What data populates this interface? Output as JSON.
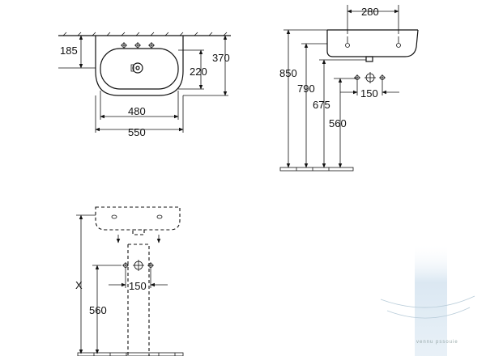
{
  "dimensions": {
    "top_view": {
      "offset_185": "185",
      "depth_370": "370",
      "bowl_220": "220",
      "inner_width_480": "480",
      "outer_width_550": "550"
    },
    "side_view": {
      "tap_spacing_280": "280",
      "height_850": "850",
      "height_790": "790",
      "height_675": "675",
      "height_560": "560",
      "pipe_spacing_150": "150"
    },
    "front_view": {
      "height_x": "X",
      "height_560": "560",
      "pipe_spacing_150": "150"
    }
  },
  "watermark": "vennu pssouie",
  "colors": {
    "line": "#111111",
    "watermark_band": "#cfe0ee"
  }
}
